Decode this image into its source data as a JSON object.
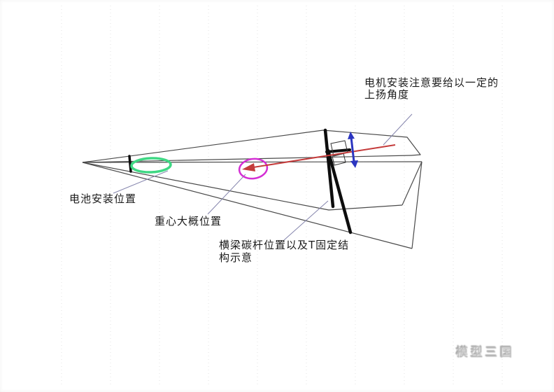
{
  "page": {
    "background": "#ffffff"
  },
  "annotations": {
    "motor_note": {
      "line1": "电机安装注意要给以一定的",
      "line2": "上扬角度"
    },
    "battery": {
      "label": "电池安装位置"
    },
    "cg": {
      "label": "重心大概位置"
    },
    "beam": {
      "line1": "横梁碳杆位置以及T固定结",
      "line2": "构示意"
    }
  },
  "watermark": {
    "text": "模型三国"
  },
  "colors": {
    "outline": "#4a4a4a",
    "rod": "#0d0d0d",
    "battery_ellipse": "#3fd884",
    "cg_ellipse": "#d42fd4",
    "thrust_red": "#c43b3b",
    "motor_arrow_blue": "#2b35c0",
    "leader": "#8585ad",
    "grid_dot": "#e3e3e3"
  }
}
